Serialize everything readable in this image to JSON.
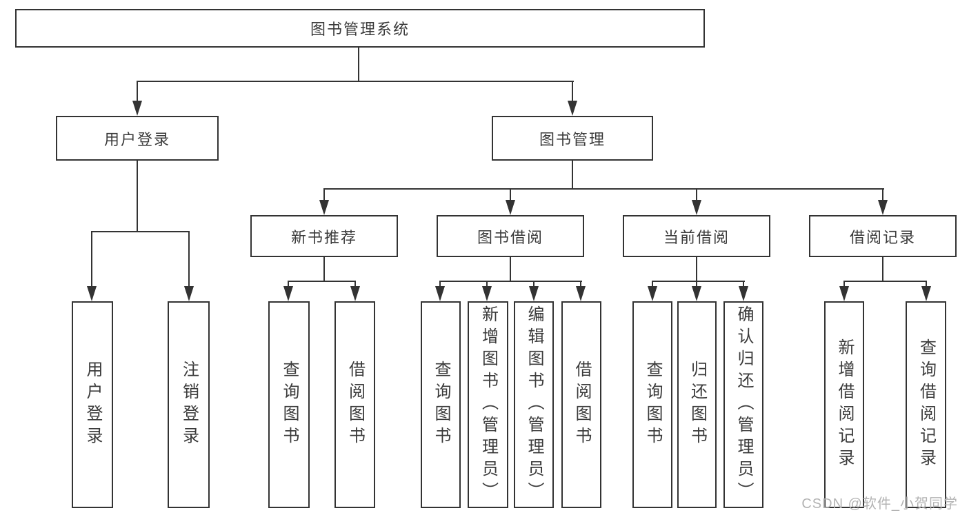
{
  "title": {
    "label": "图书管理系统"
  },
  "nodes": {
    "user_login": "用户登录",
    "book_management": "图书管理",
    "user_login_children": [
      "用户登录",
      "注销登录"
    ],
    "new_book_rec": "新书推荐",
    "book_borrow": "图书借阅",
    "current_borrow": "当前借阅",
    "borrow_records": "借阅记录",
    "new_book_rec_children": [
      "查询图书",
      "借阅图书"
    ],
    "book_borrow_children": [
      "查询图书",
      "新增图书（管理员）",
      "编辑图书（管理员）",
      "借阅图书"
    ],
    "current_borrow_children": [
      "查询图书",
      "归还图书",
      "确认归还（管理员）"
    ],
    "borrow_records_children": [
      "新增借阅记录",
      "查询借阅记录"
    ]
  },
  "watermark": "CSDN @软件_小贺同学",
  "colors": {
    "line": "#333333",
    "text": "#3b3b3b",
    "bg": "#ffffff",
    "watermark": "#b3b3b3"
  }
}
